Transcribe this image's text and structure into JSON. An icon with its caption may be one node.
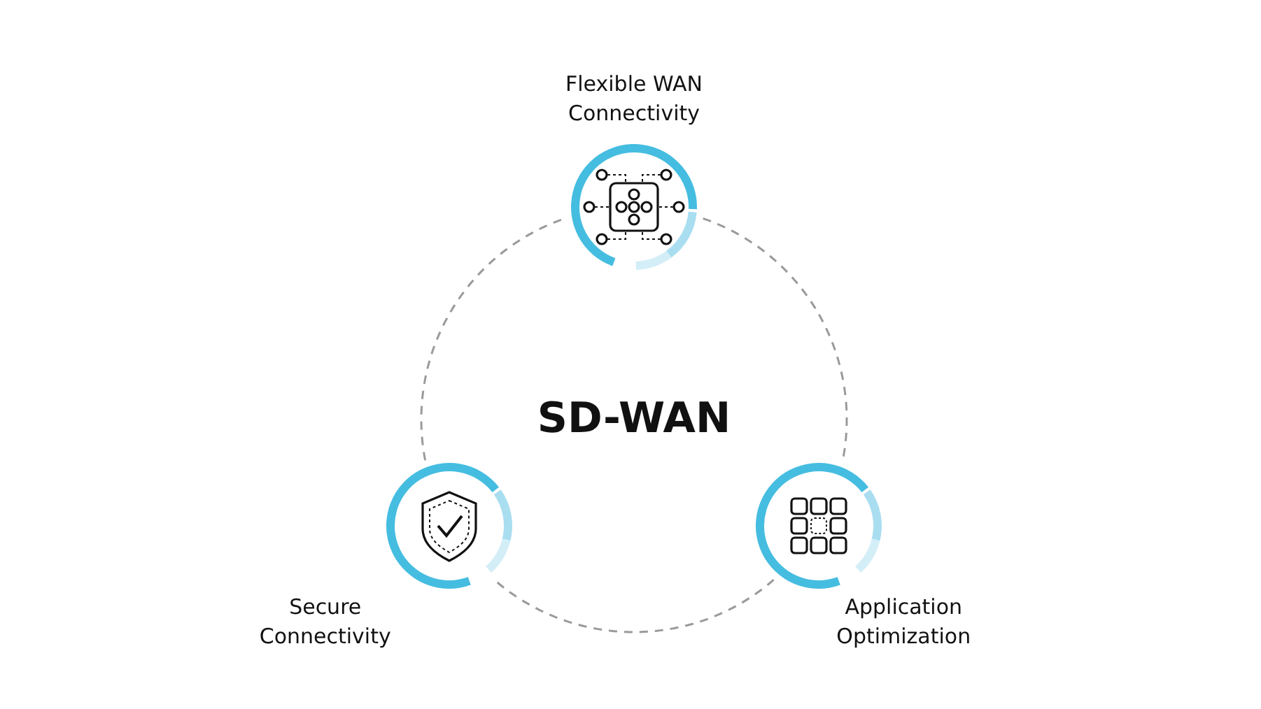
{
  "diagram": {
    "nodes": [
      {
        "text": [
          "Flexible WAN Connectivity"
        ]
      },
      {
        "text": [
          "Secure Connectivity"
        ]
      },
      {
        "text": [
          "Application Optimization"
        ]
      }
    ],
    "edges": [
      {
        "from": 0,
        "to": 2,
        "arrow": "none",
        "style": "dashed"
      },
      {
        "from": 2,
        "to": 1,
        "arrow": "none",
        "style": "dashed"
      },
      {
        "from": 1,
        "to": 0,
        "arrow": "none",
        "style": "dashed"
      }
    ],
    "labels": [
      "SD-WAN"
    ]
  }
}
